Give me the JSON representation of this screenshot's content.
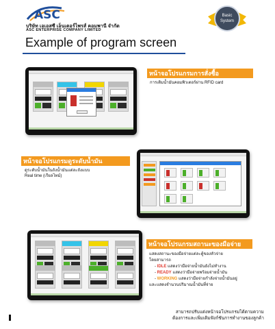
{
  "logo": {
    "mark_text": "ASC",
    "line1": "บริษัท เอเอสซี เอ็นเตอร์ไพรส์ คอมพานี จำกัด",
    "line2": "ASC ENTERPRISE COMPANY LIMITED",
    "colors": {
      "blue": "#1f4e9b",
      "orange": "#f39a1f"
    }
  },
  "badge": {
    "line1": "Basic",
    "line2": "System"
  },
  "page_title": "Example of program screen",
  "sections": [
    {
      "header": "หน้าจอโปรแกรมการสั่งซื้อ",
      "description": [
        "การเติมน้ำมันคอมพิวเตอร์ผ่าน RFID card"
      ]
    },
    {
      "header": "หน้าจอโปรแกรมดูระดับน้ำมัน",
      "description": [
        "ดูระดับน้ำมันในถังน้ำมันแต่ละถังแบบ",
        "Real time (เรียลไทม์)"
      ]
    },
    {
      "header": "หน้าจอโปรแกรมสถานะของมือจ่าย",
      "description_intro": [
        "แสดงสถานะของมือจ่ายแต่ละตู้ของหัวจ่าย",
        "โดยสามารถ"
      ],
      "states": [
        {
          "keyword": "IDLE",
          "color": "#e03a2f",
          "text": "แสดงว่ามือจ่ายน้ำมันยังไม่ทำงาน"
        },
        {
          "keyword": "READY",
          "color": "#e03a2f",
          "text": "แสดงว่ามือจ่ายพร้อมจ่ายน้ำมัน"
        },
        {
          "keyword": "WORKING",
          "color": "#f39a1f",
          "text": "แสดงว่ามือจ่ายกำลังจ่ายน้ำมันอยู่"
        }
      ],
      "description_outro": "และแสดงจำนวนปริมาณน้ำมันที่จ่าย"
    }
  ],
  "footer": [
    "สามารถปรับแต่งหน้าจอโปรแกรมได้ตามความ",
    "ต้องการและเพิ่มเติมฟังก์ชันการทำงานของลูกค้า"
  ]
}
